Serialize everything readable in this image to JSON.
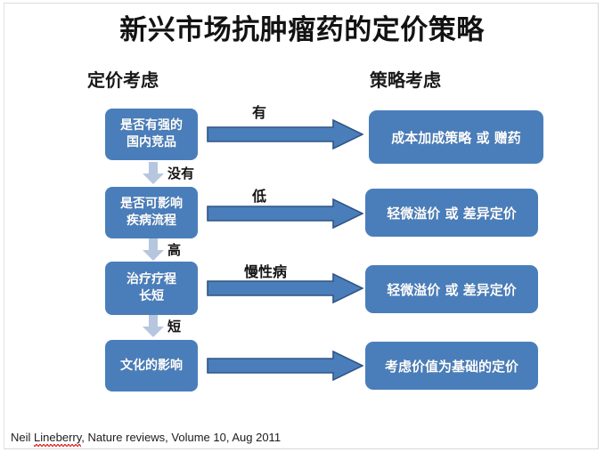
{
  "slide": {
    "title": "新兴市场抗肿瘤药的定价策略",
    "background_color": "#ffffff",
    "box_color": "#4a7ebb",
    "arrow_fill_color": "#4a7ebb",
    "arrow_outline_color": "#2f5584",
    "down_arrow_color": "#b6c6de",
    "text_color": "#ffffff"
  },
  "headers": {
    "left": "定价考虑",
    "right": "策略考虑"
  },
  "decision_boxes": [
    {
      "line1": "是否有强的",
      "line2": "国内竞品"
    },
    {
      "line1": "是否可影响",
      "line2": "疾病流程"
    },
    {
      "line1": "治疗疗程",
      "line2": "长短"
    },
    {
      "line1": "文化的影响",
      "line2": ""
    }
  ],
  "outcome_boxes": [
    {
      "text": "成本加成策略 或 赠药"
    },
    {
      "text": "轻微溢价 或 差异定价"
    },
    {
      "text": "轻微溢价 或 差异定价"
    },
    {
      "text": "考虑价值为基础的定价"
    }
  ],
  "branch_labels": {
    "horizontal": [
      "有",
      "低",
      "慢性病",
      ""
    ],
    "vertical": [
      "没有",
      "高",
      "短"
    ]
  },
  "citation": {
    "name": "Neil",
    "surname": "Lineberry",
    "rest": ", Nature reviews, Volume 10, Aug 2011",
    "full": "Neil Lineberry, Nature reviews, Volume 10, Aug 2011"
  }
}
